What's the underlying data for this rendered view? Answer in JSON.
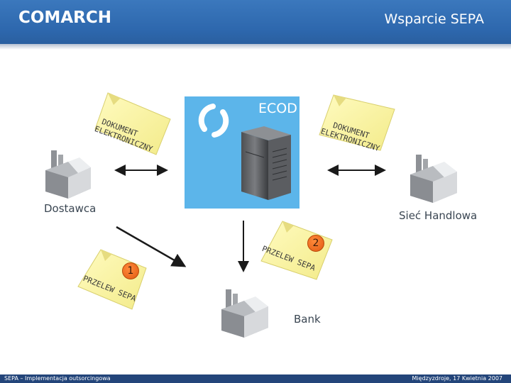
{
  "header": {
    "logo": "COMARCH",
    "title": "Wsparcie SEPA"
  },
  "center": {
    "label": "ECOD"
  },
  "documents": {
    "left": [
      "DOKUMENT",
      "ELEKTRONICZNY"
    ],
    "right": [
      "DOKUMENT",
      "ELEKTRONICZNY"
    ]
  },
  "transfers": [
    {
      "number": "1",
      "label": "PRZELEW SEPA"
    },
    {
      "number": "2",
      "label": "PRZELEW SEPA"
    }
  ],
  "nodes": {
    "supplier": "Dostawca",
    "retail_chain": "Sieć Handlowa",
    "bank": "Bank"
  },
  "footer": {
    "left": "SEPA – Implementacja outsorcingowa",
    "right": "Międzyzdroje, 17 Kwietnia 2007"
  },
  "colors": {
    "header": "#2d67ad",
    "ecod_box": "#5cb5ea",
    "note_paper": "#fbf6a6",
    "badge": "#ef6a1c",
    "footer": "#23457a"
  }
}
